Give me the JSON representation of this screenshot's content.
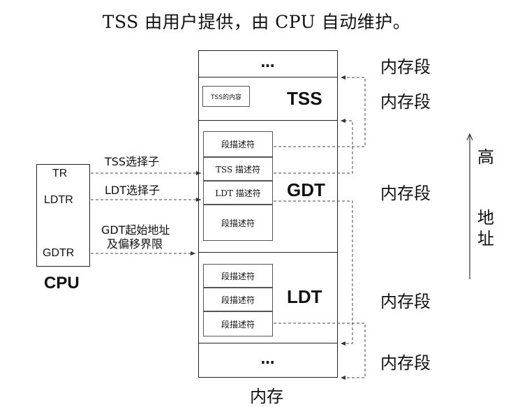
{
  "title": "TSS 由用户提供，由 CPU 自动维护。",
  "memory": {
    "top_ellipsis": "…",
    "bottom_ellipsis": "…",
    "tss_label": "TSS",
    "tss_content": "TSS的内容",
    "gdt_label": "GDT",
    "gdt_entries": [
      "段描述符",
      "TSS 描述符",
      "LDT 描述符",
      "段描述符"
    ],
    "ldt_label": "LDT",
    "ldt_entries": [
      "段描述符",
      "段描述符",
      "段描述符"
    ],
    "caption": "内存"
  },
  "segments": [
    "内存段",
    "内存段",
    "内存段",
    "内存段",
    "内存段"
  ],
  "cpu": {
    "registers": [
      "TR",
      "LDTR",
      "GDTR"
    ],
    "label": "CPU"
  },
  "arrows": {
    "tss_selector": "TSS选择子",
    "ldt_selector": "LDT选择子",
    "gdt_base_line1": "GDT起始地址",
    "gdt_base_line2": "及偏移界限"
  },
  "address": {
    "high": "高",
    "addr1": "地",
    "addr2": "址"
  }
}
